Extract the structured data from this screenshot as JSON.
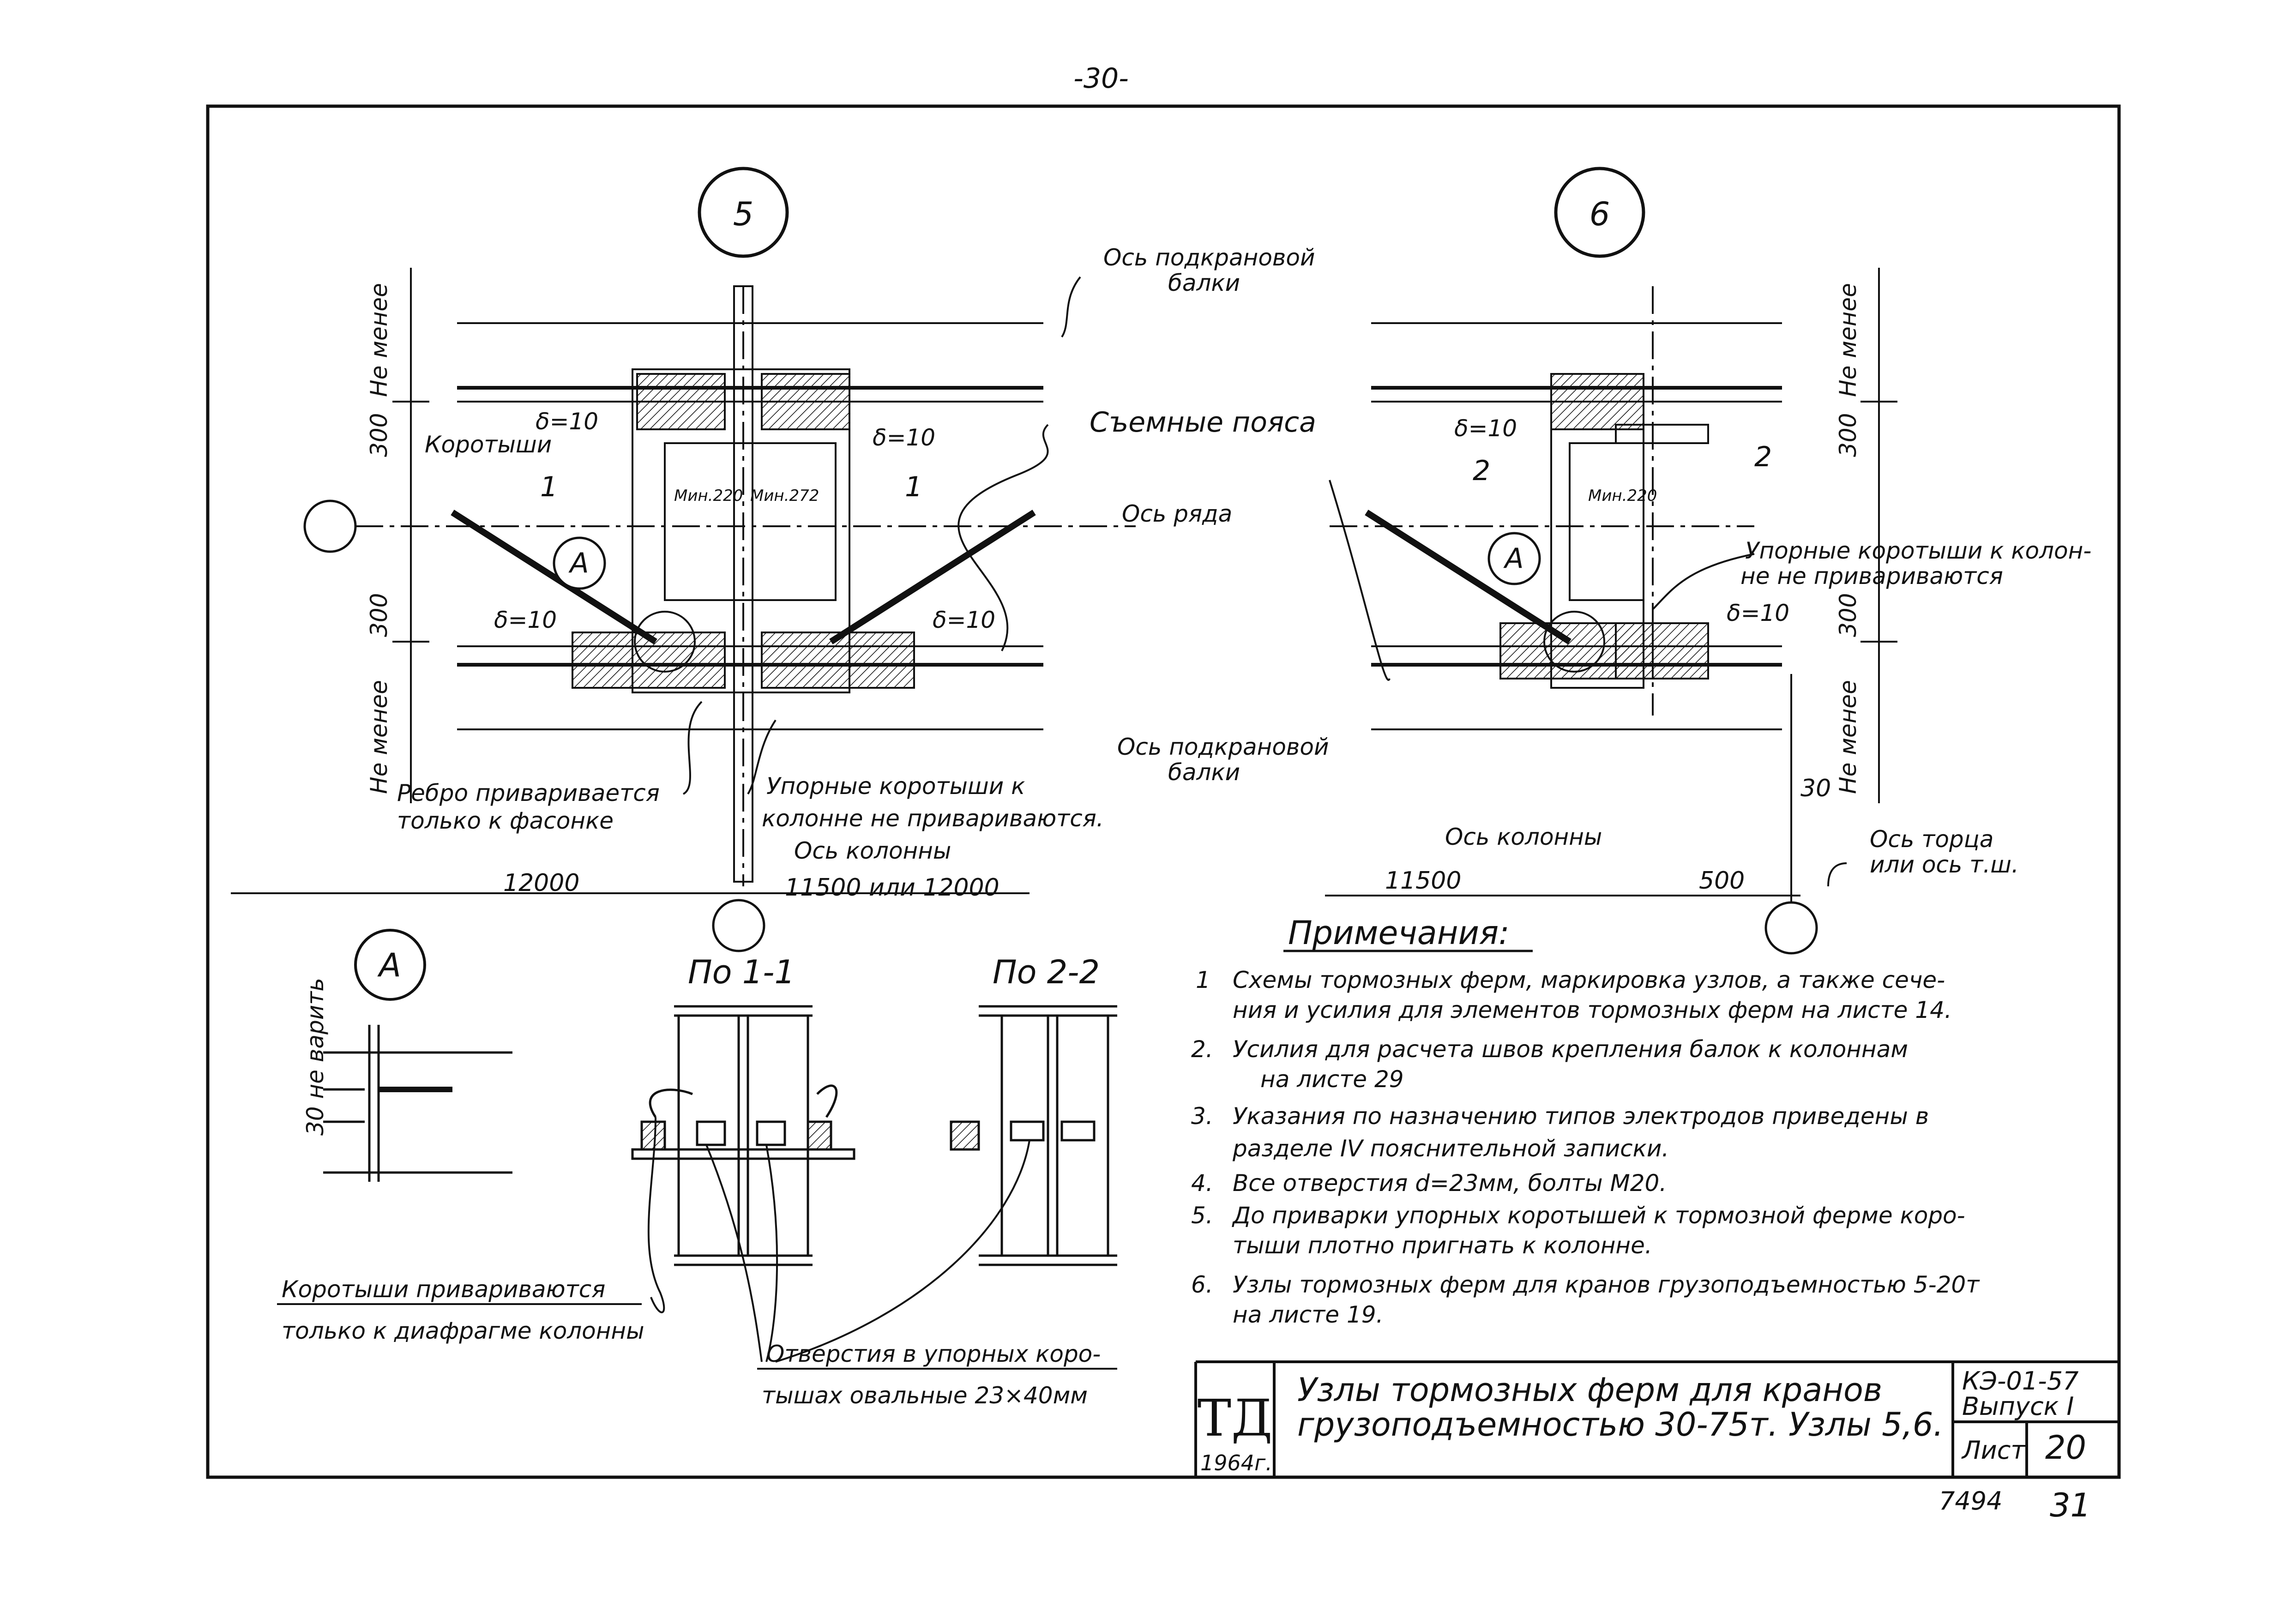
{
  "page_number": "-30-",
  "nodes": {
    "node5": {
      "circle_label": "5"
    },
    "node6": {
      "circle_label": "6"
    },
    "detail_a_ref": "A"
  },
  "labels": {
    "crane_beam_axis_top": [
      "Ось подкрановой",
      "балки"
    ],
    "crane_beam_axis_bottom": [
      "Ось подкрановой",
      "балки"
    ],
    "removable_chords": "Съемные пояса",
    "row_axis": "Ось ряда",
    "not_less": "Не менее",
    "dim_300_top_left": "300",
    "dim_300_mid_left": "300",
    "dim_300_top_right": "300",
    "dim_300_mid_right": "300",
    "korotyshi": "Коротыши",
    "delta10": "δ=10",
    "min220": "Мин.220",
    "min272": "Мин.272",
    "section_1": "1",
    "section_2": "2",
    "rib_note": [
      "Ребро приваривается",
      "только к фасонке"
    ],
    "stop_bars_left": [
      "Упорные коротыши к",
      "колонне не привариваются."
    ],
    "stop_bars_right": [
      "Упорные коротыши к колон-",
      "не не привариваются"
    ],
    "column_axis": "Ось колонны",
    "column_axis_right": "Ось колонны",
    "end_axis": [
      "Ось торца",
      "или ось т.ш."
    ],
    "dim_12000": "12000",
    "dim_11500_or_12000": "11500 или  12000",
    "dim_11500": "11500",
    "dim_500": "500",
    "dim_30": "30",
    "a_weld_note": "30 не варить"
  },
  "sections": {
    "detail_a_title": "A",
    "section_1_1": "По 1-1",
    "section_2_2": "По 2-2"
  },
  "callouts": {
    "bars_welded": [
      "Коротыши привариваются",
      "только к диафрагме колонны"
    ],
    "holes_oval": [
      "Отверстия в упорных коро-",
      "тышах овальные  23×40мм"
    ]
  },
  "notes": {
    "title": "Примечания:",
    "items": [
      {
        "num": "1",
        "lines": [
          "Схемы тормозных ферм, маркировка узлов, а также сече-",
          "ния и усилия для элементов тормозных ферм на листе 14."
        ]
      },
      {
        "num": "2.",
        "lines": [
          "Усилия для расчета швов крепления балок к колоннам",
          "на листе 29"
        ]
      },
      {
        "num": "3.",
        "lines": [
          "Указания по назначению типов электродов приведены в",
          "разделе  IV    пояснительной записки."
        ]
      },
      {
        "num": "4.",
        "lines": [
          "Все отверстия  d=23мм,   болты  М20."
        ]
      },
      {
        "num": "5.",
        "lines": [
          "До приварки упорных коротышей к тормозной ферме коро-",
          "тыши плотно пригнать к колонне."
        ]
      },
      {
        "num": "6.",
        "lines": [
          "Узлы тормозных ферм для кранов грузоподъемностью 5-20т",
          "на листе  19."
        ]
      }
    ]
  },
  "title_block": {
    "logo": "ТД",
    "year": "1964г.",
    "title": [
      "Узлы тормозных ферм для кранов",
      "грузоподъемностью  30-75т.  Узлы  5,6."
    ],
    "code": "КЭ-01-57",
    "issue": "Выпуск I",
    "sheet_label": "Лист",
    "sheet_number": "20",
    "archive_number": "7494",
    "page_total_number": "31"
  }
}
